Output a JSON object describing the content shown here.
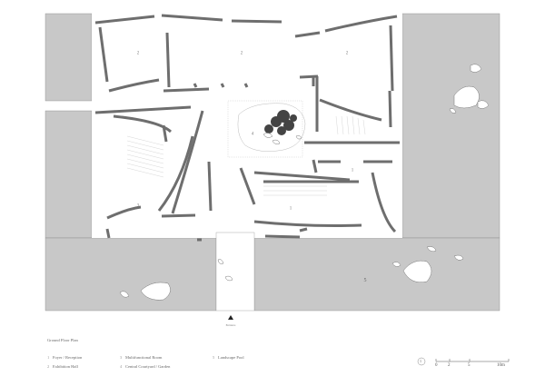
{
  "colors": {
    "ground": "#c8c8c8",
    "wall": "#6e6e6e",
    "floor": "#ffffff",
    "line": "#999999",
    "rock": "#ffffff",
    "tree": "#444444"
  },
  "rooms": [
    {
      "id": "r2a",
      "num": "2"
    },
    {
      "id": "r2b",
      "num": "2"
    },
    {
      "id": "r2c",
      "num": "2"
    },
    {
      "id": "r3",
      "num": "3"
    },
    {
      "id": "r4",
      "num": "4"
    },
    {
      "id": "r1a",
      "num": "1"
    },
    {
      "id": "r1b",
      "num": "1"
    }
  ],
  "pool_label": "5",
  "entrance_label": "Entrance",
  "legend": {
    "title": "Ground Floor Plan",
    "items": [
      {
        "num": "1",
        "label": "Foyer / Reception"
      },
      {
        "num": "2",
        "label": "Exhibition Hall"
      },
      {
        "num": "3",
        "label": "Multifunctional Room"
      },
      {
        "num": "4",
        "label": "Central Courtyard / Garden"
      },
      {
        "num": "5",
        "label": "Landscape Pool"
      }
    ]
  },
  "scale_bar": {
    "north": "1",
    "ticks": [
      "0",
      "2",
      "5",
      "10m"
    ]
  }
}
